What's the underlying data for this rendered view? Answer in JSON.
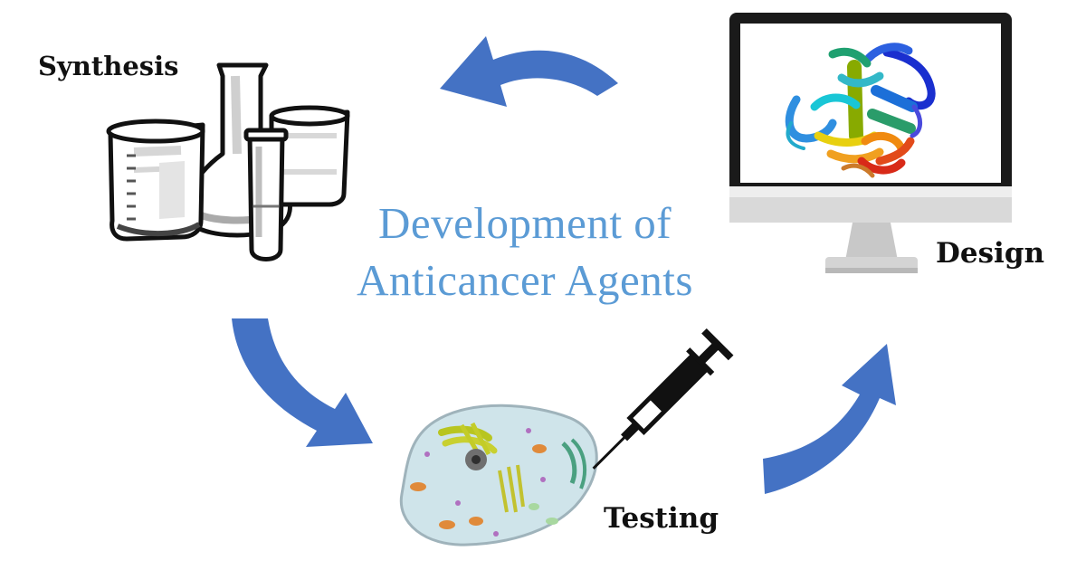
{
  "diagram": {
    "title_line1": "Development of",
    "title_line2": "Anticancer Agents",
    "stages": {
      "synthesis": "Synthesis",
      "design": "Design",
      "testing": "Testing"
    },
    "icons": {
      "synthesis": "lab-glassware-icon",
      "design": "computer-monitor-protein-icon",
      "testing": "cell-icon",
      "injection": "syringe-icon"
    },
    "colors": {
      "arrow": "#4472c4",
      "title": "#5b9bd5"
    }
  }
}
